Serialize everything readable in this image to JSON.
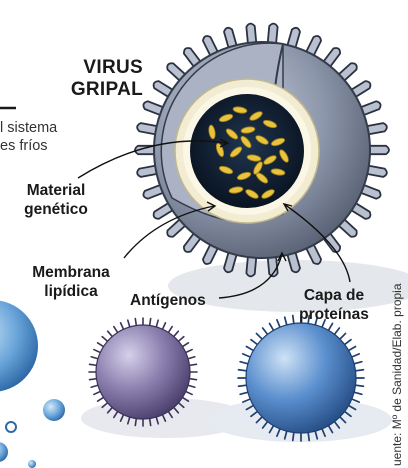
{
  "title": {
    "line1": "VIRUS",
    "line2": "GRIPAL"
  },
  "snippet": {
    "line1": "l sistema",
    "line2": "es fríos"
  },
  "labels": {
    "material": {
      "line1": "Material",
      "line2": "genético"
    },
    "membrana": {
      "line1": "Membrana",
      "line2": "lipídica"
    },
    "antigenos": "Antígenos",
    "capa": {
      "line1": "Capa de",
      "line2": "proteínas"
    }
  },
  "source": "uente: Mº de Sanidad/Elab. propia",
  "colors": {
    "virus_shell": "#8c96aa",
    "virus_shell_dark": "#5d6578",
    "virus_cut": "#aeb6c6",
    "lipid_layer": "#f2ecd2",
    "core": "#0e1a2b",
    "rna": "#e8c33d",
    "purple_sphere": "#8a7fae",
    "blue_sphere": "#5b8fce",
    "cell_blue": "#6aa6da"
  }
}
